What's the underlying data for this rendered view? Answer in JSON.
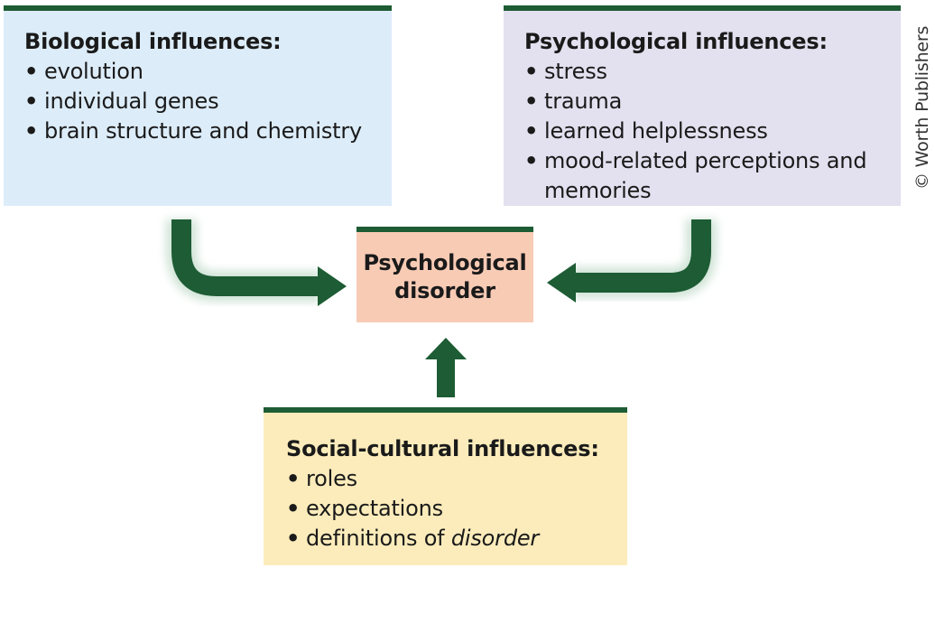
{
  "biological": {
    "heading": "Biological influences:",
    "items": [
      "evolution",
      "individual genes",
      "brain structure and chemistry"
    ]
  },
  "psychological": {
    "heading": "Psychological influences:",
    "items": [
      "stress",
      "trauma",
      "learned helplessness",
      "mood-related perceptions and memories"
    ]
  },
  "social_cultural": {
    "heading": "Social-cultural influences:",
    "items": [
      "roles",
      "expectations"
    ],
    "last_item_prefix": "definitions of ",
    "last_item_emphasis": "disorder"
  },
  "center": {
    "label": "Psychological\ndisorder"
  },
  "copyright": "© Worth Publishers",
  "colors": {
    "accent": "#1d5c34",
    "biological_bg": "#dcecf9",
    "psychological_bg": "#e3e0ef",
    "social_bg": "#fcecbb",
    "center_bg": "#f8cbb5"
  }
}
